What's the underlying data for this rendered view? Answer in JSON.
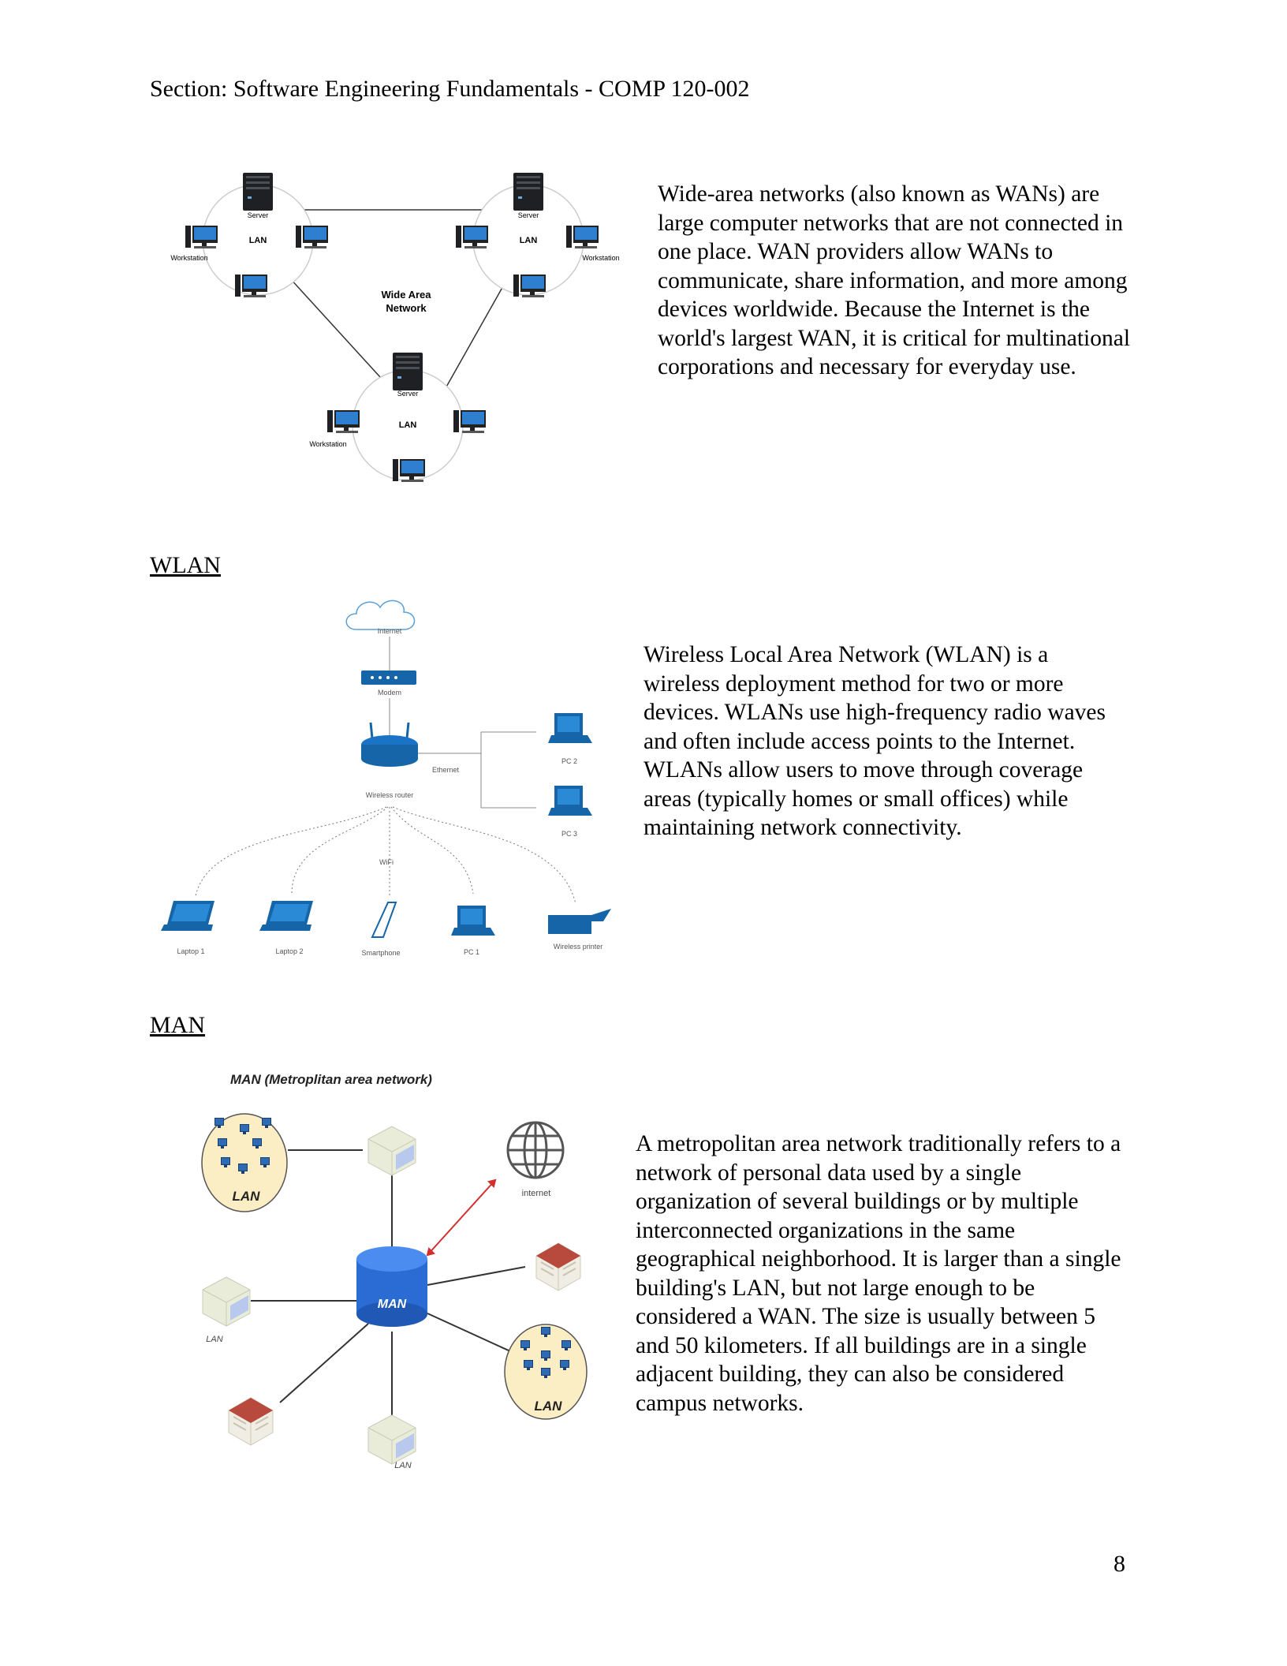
{
  "header": "Section: Software Engineering Fundamentals - COMP 120-002",
  "wan": {
    "paragraph": "Wide-area networks (also known as WANs) are large computer networks that are not connected in one place. WAN providers allow WANs to communicate, share information, and more among devices worldwide. Because the Internet is the world's largest WAN, it is critical for multinational corporations and necessary for everyday use.",
    "diagram": {
      "center_label_1": "Wide Area",
      "center_label_2": "Network",
      "server": "Server",
      "lan": "LAN",
      "workstation": "Workstation"
    }
  },
  "wlan": {
    "title": "WLAN",
    "paragraph": "Wireless Local Area Network (WLAN) is a wireless deployment method for two or more devices. WLANs use high-frequency radio waves and often include access points to the Internet. WLANs allow users to move through coverage areas (typically homes or small offices) while maintaining network connectivity.",
    "diagram": {
      "internet": "Internet",
      "modem": "Modem",
      "router": "Wireless router",
      "ethernet": "Ethernet",
      "pc2": "PC 2",
      "pc3": "PC 3",
      "wifi": "WiFi",
      "laptop1": "Laptop 1",
      "laptop2": "Laptop 2",
      "smartphone": "Smartphone",
      "pc1": "PC 1",
      "printer": "Wireless printer"
    }
  },
  "man": {
    "title": "MAN",
    "paragraph": "A metropolitan area network traditionally refers to a network of personal data used by a single organization of several buildings or by multiple interconnected organizations in the same geographical neighborhood. It is larger than a single building's LAN, but not large enough to be considered a WAN. The size is usually between 5 and 50 kilometers. If all buildings are in a single adjacent building, they can also be considered campus networks.",
    "diagram": {
      "title": "MAN (Metroplitan area network)",
      "hub": "MAN",
      "internet": "internet",
      "lan": "LAN"
    }
  },
  "page_number": "8"
}
